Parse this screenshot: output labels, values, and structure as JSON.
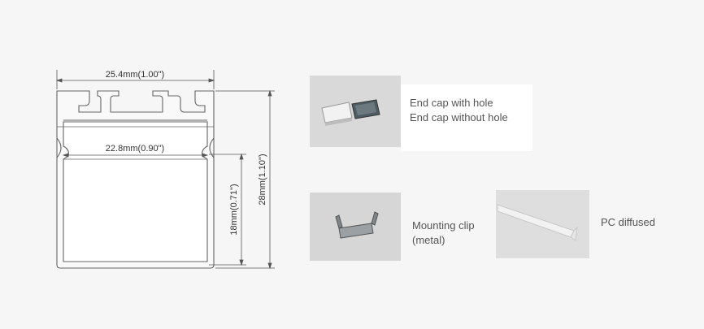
{
  "diagram": {
    "width_label": "25.4mm(1.00\")",
    "inner_width_label": "22.8mm(0.90\")",
    "height_label": "28mm(1.10\")",
    "inner_height_label": "18mm(0.71\")"
  },
  "accessories": [
    {
      "name": "End cap with hole"
    },
    {
      "name": "End cap without hole"
    },
    {
      "name": "Mounting clip"
    },
    {
      "name": "(metal)"
    },
    {
      "name": "PC diffused"
    }
  ]
}
